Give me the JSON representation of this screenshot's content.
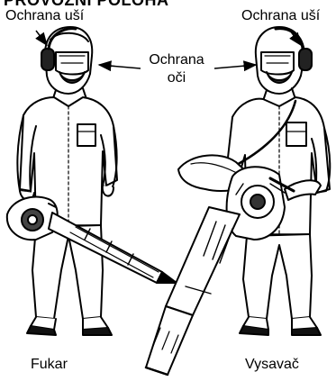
{
  "heading": "PROVOZNÍ POLOHA",
  "labels": {
    "ear_left": "Ochrana uší",
    "ear_right": "Ochrana uší",
    "eye_line1": "Ochrana",
    "eye_line2": "oči",
    "left_caption": "Fukar",
    "right_caption": "Vysavač"
  },
  "colors": {
    "ink": "#000000",
    "paper": "#ffffff"
  }
}
